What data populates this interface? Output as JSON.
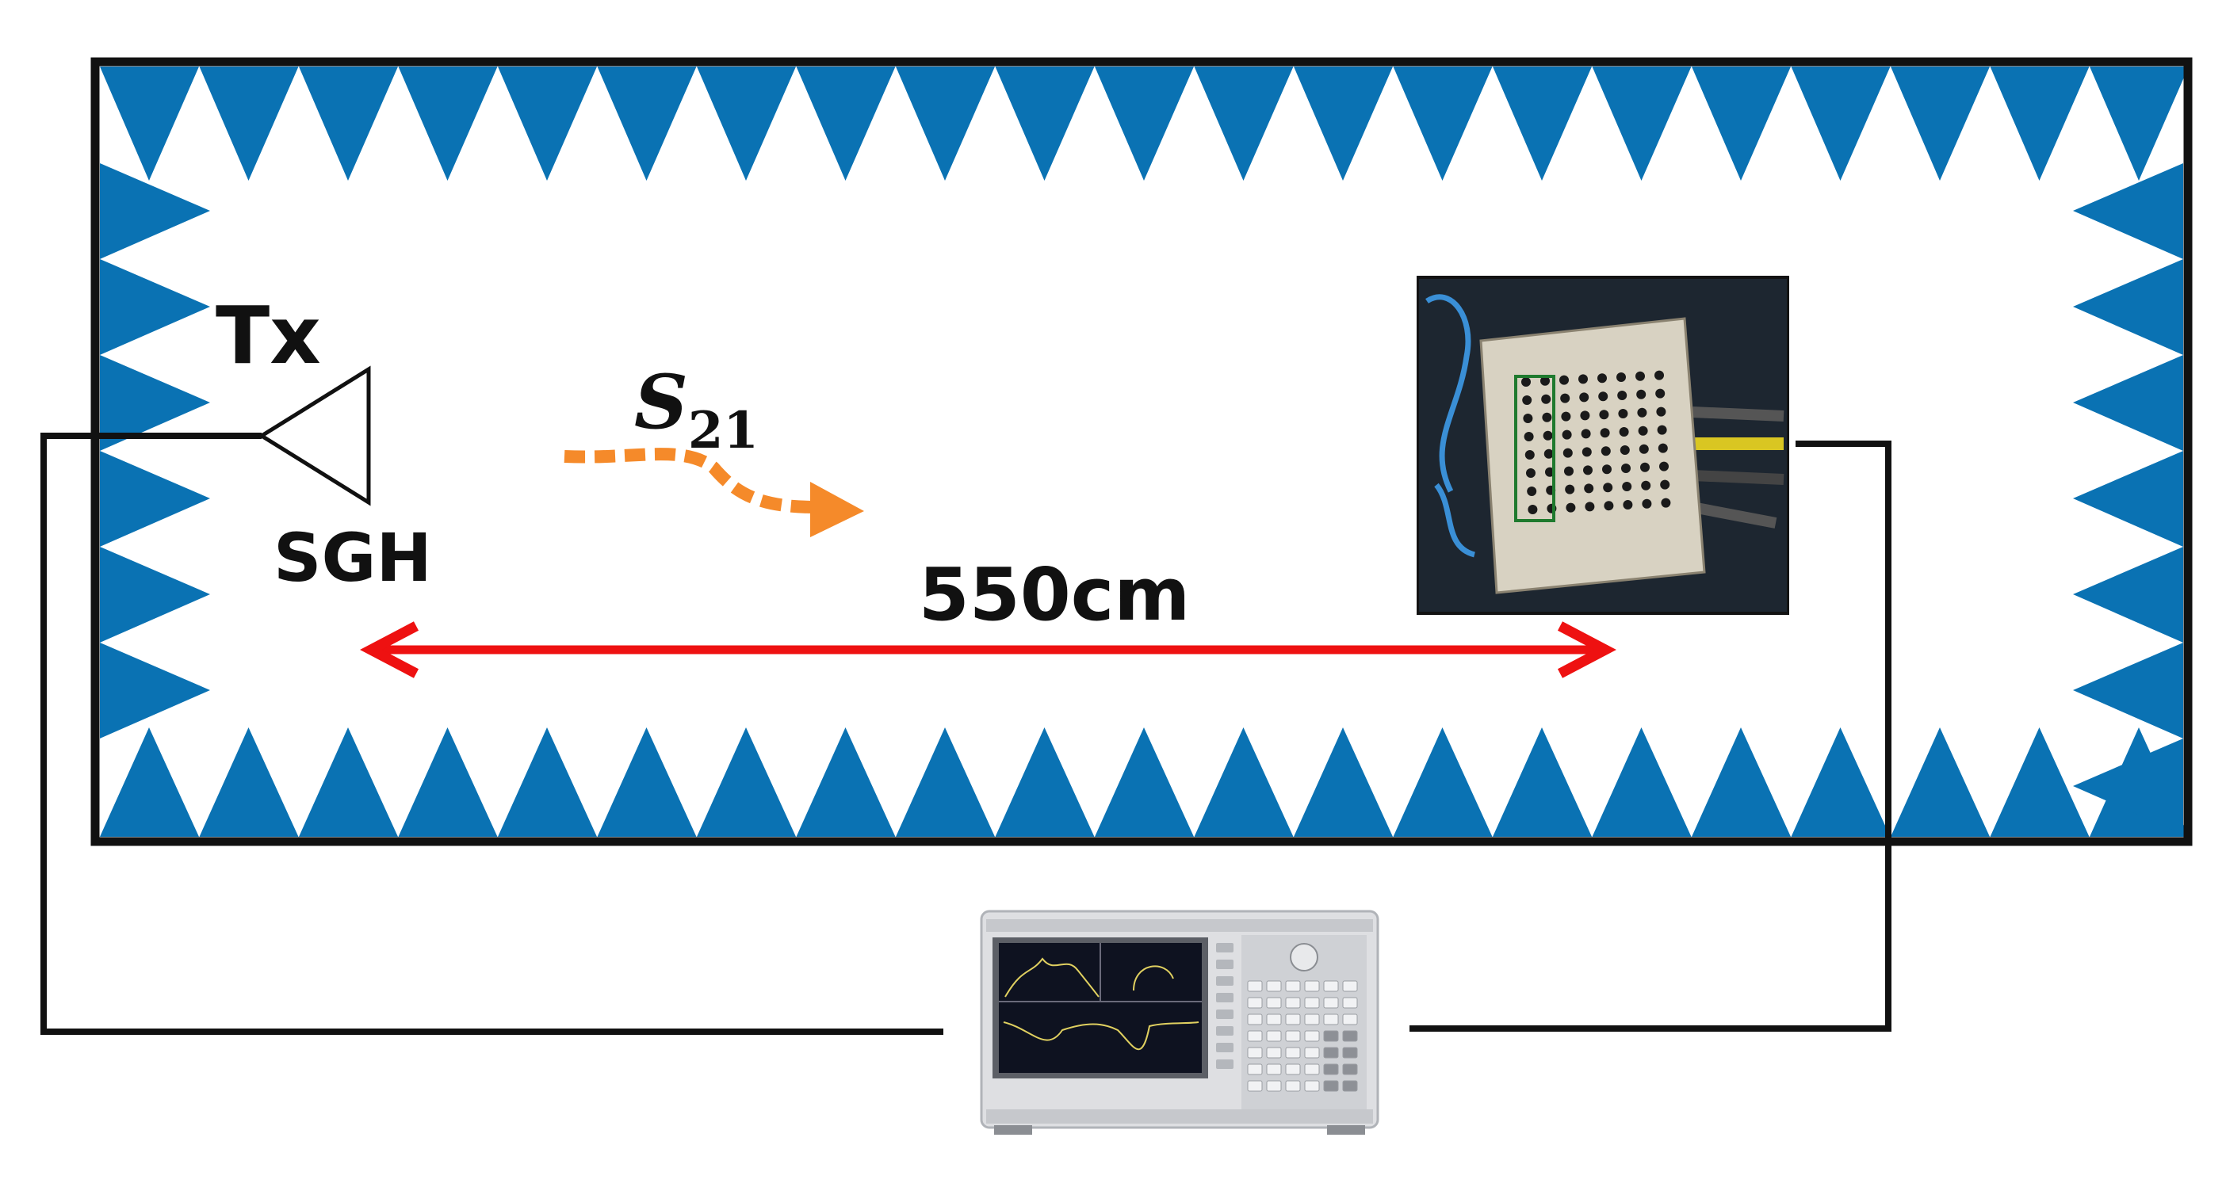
{
  "labels": {
    "transmitter": "Tx",
    "horn": "SGH",
    "parameter_symbol": "S",
    "parameter_subscript": "21",
    "distance": "550cm"
  },
  "colors": {
    "absorber": "#0a72b3",
    "chamber_wall": "#111111",
    "distance_arrow": "#ee1111",
    "signal_arrow": "#f58a2a",
    "cable": "#111111",
    "background": "#ffffff"
  },
  "icons": {
    "absorber": "pyramid-absorber-icon",
    "horn": "horn-antenna-icon",
    "receiver": "antenna-array-photo",
    "instrument": "network-analyzer-photo"
  }
}
